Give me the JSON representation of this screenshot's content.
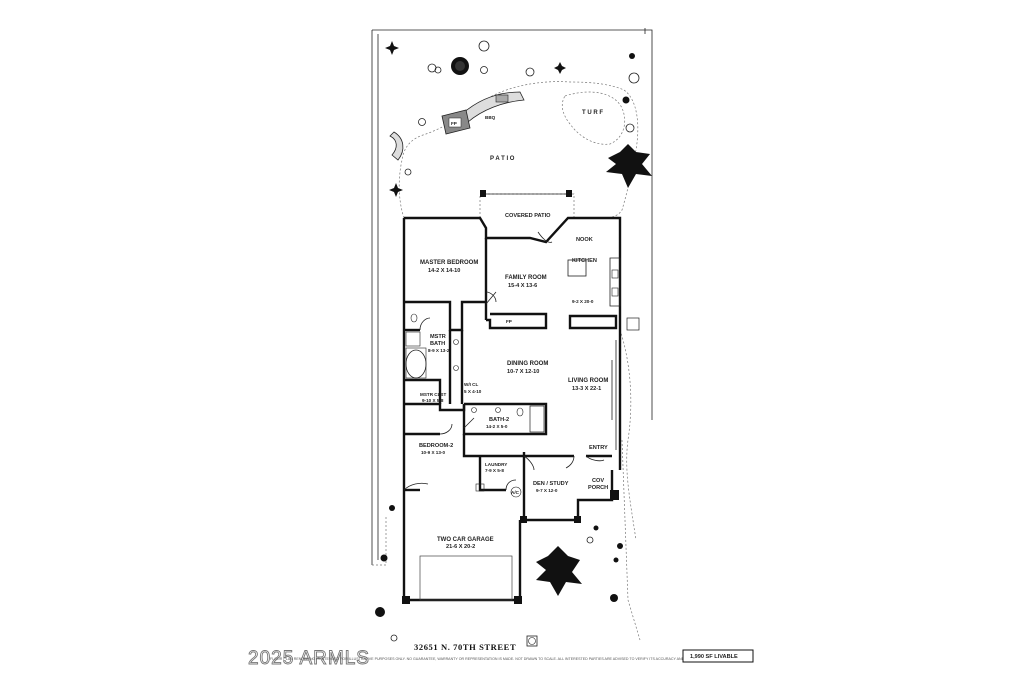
{
  "plan": {
    "address": "32651 N. 70TH STREET",
    "livable_area": "1,990 SF LIVABLE",
    "watermark": "2025 ARMLS",
    "disclaimer": "FLOOR PLAN RENDERING IS INTENDED FOR ILLUSTRATIVE PURPOSES ONLY. NO GUARANTEE, WARRANTY OR REPRESENTATION IS MADE. NOT DRAWN TO SCALE. ALL INTERESTED PARTIES ARE ADVISED TO VERIFY ITS ACCURACY AND COMPLETENESS. DE.E 2025",
    "exterior": {
      "patio": "P A T I O",
      "turf": "T U R F",
      "bbq": "BBQ",
      "fireplace_outdoor": "FP",
      "covered_patio": "COVERED PATIO"
    },
    "rooms": {
      "master_bedroom": {
        "name": "MASTER BEDROOM",
        "dims": "14-2  X  14-10"
      },
      "family_room": {
        "name": "FAMILY ROOM",
        "dims": "15-4  X  13-6"
      },
      "family_fp": "FP",
      "nook": "NOOK",
      "kitchen": {
        "name": "KITCHEN",
        "dims": "9-2 X 20-0"
      },
      "mstr_bath": {
        "name1": "MSTR",
        "name2": "BATH",
        "dims": "8-9 X 13-2"
      },
      "dining_room": {
        "name": "DINING ROOM",
        "dims": "10-7  X  12-10"
      },
      "living_room": {
        "name": "LIVING ROOM",
        "dims": "13-3  X  22-1"
      },
      "wi_closet": {
        "name": "W/I CL",
        "dims": "5 X 4-10"
      },
      "mstr_closet": {
        "name": "MSTR  CLST",
        "dims": "9-10  X  5-8"
      },
      "bath_2": {
        "name": "BATH-2",
        "dims": "14-2 X 5-0"
      },
      "bedroom_2": {
        "name": "BEDROOM-2",
        "dims": "10-9  X 13-0"
      },
      "entry": "ENTRY",
      "laundry": {
        "name": "LAUNDRY",
        "dims": "7-9 X 5-8"
      },
      "den_study": {
        "name": "DEN / STUDY",
        "dims": "9-7  X  12-0"
      },
      "cov_porch": {
        "name1": "COV",
        "name2": "PORCH"
      },
      "garage": {
        "name": "TWO CAR GARAGE",
        "dims": "21-6  X  20-2"
      },
      "ac": "A/C"
    }
  }
}
